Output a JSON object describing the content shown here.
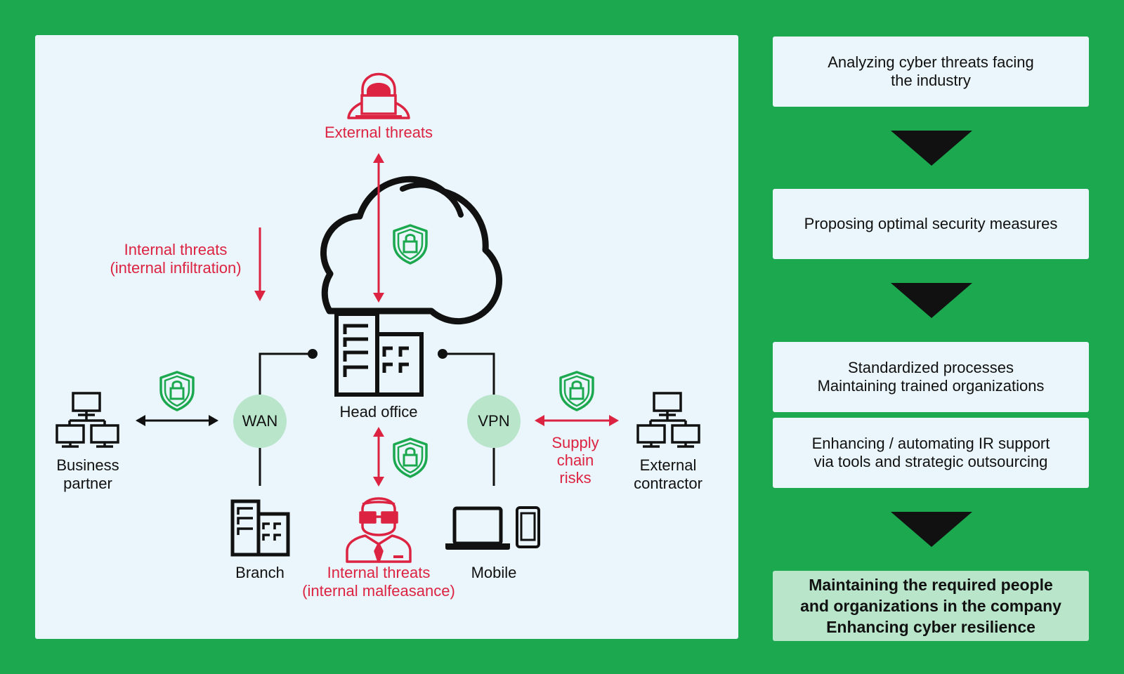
{
  "diagram": {
    "external_threats": "External threats",
    "internal_infiltration": "Internal threats\n(internal infiltration)",
    "head_office": "Head office",
    "wan": "WAN",
    "vpn": "VPN",
    "business_partner": "Business\npartner",
    "supply_chain": "Supply\nchain\nrisks",
    "external_contractor": "External\ncontractor",
    "branch": "Branch",
    "internal_malfeasance": "Internal threats\n(internal malfeasance)",
    "mobile": "Mobile"
  },
  "steps": [
    "Analyzing cyber threats facing\nthe industry",
    "Proposing optimal security measures",
    "Standardized processes\nMaintaining trained organizations",
    "Enhancing / automating IR support\nvia tools and strategic outsourcing",
    "Maintaining the required people\nand organizations in the company\nEnhancing cyber resilience"
  ],
  "colors": {
    "background": "#1ba84f",
    "panel": "#eaf6fb",
    "threat_red": "#dc2341",
    "shield_green": "#1ba84f",
    "node_circle": "#b9e5cb",
    "final_step": "#b9e5cb"
  },
  "icons": [
    "hacker-icon",
    "cloud-icon",
    "shield-lock-icon",
    "building-icon",
    "computer-network-icon",
    "employee-icon",
    "laptop-icon",
    "smartphone-icon",
    "down-triangle-arrow-icon"
  ]
}
